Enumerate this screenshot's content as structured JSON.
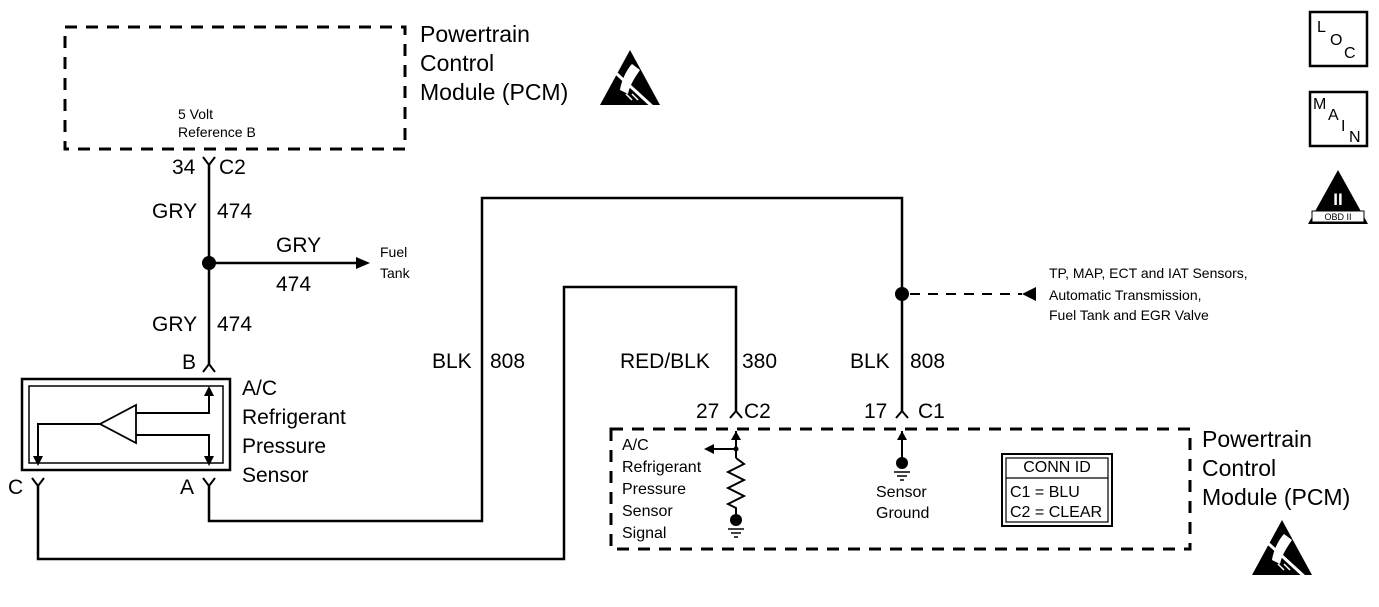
{
  "pcm_top": {
    "title_lines": [
      "Powertrain",
      "Control",
      "Module (PCM)"
    ],
    "ref_lines": [
      "5 Volt",
      "Reference B"
    ],
    "pin": "34",
    "connector": "C2"
  },
  "wires": {
    "upper_color": "GRY",
    "upper_circuit": "474",
    "branch_color": "GRY",
    "branch_circuit": "474",
    "branch_dest_lines": [
      "Fuel",
      "Tank"
    ],
    "lower_color": "GRY",
    "lower_circuit": "474",
    "blk_left_color": "BLK",
    "blk_left_circuit": "808",
    "signal_color": "RED/BLK",
    "signal_circuit": "380",
    "blk_right_color": "BLK",
    "blk_right_circuit": "808"
  },
  "sensor": {
    "name_lines": [
      "A/C",
      "Refrigerant",
      "Pressure",
      "Sensor"
    ],
    "pin_b": "B",
    "pin_a": "A",
    "pin_c": "C"
  },
  "ground_note_lines": [
    "TP, MAP, ECT and IAT Sensors,",
    "Automatic Transmission,",
    "Fuel Tank and EGR Valve"
  ],
  "pcm_bottom": {
    "title_lines": [
      "Powertrain",
      "Control",
      "Module (PCM)"
    ],
    "signal_pin": "27",
    "signal_connector": "C2",
    "ground_pin": "17",
    "ground_connector": "C1",
    "signal_label_lines": [
      "A/C",
      "Refrigerant",
      "Pressure",
      "Sensor",
      "Signal"
    ],
    "ground_label_lines": [
      "Sensor",
      "Ground"
    ],
    "conn_id": {
      "title": "CONN ID",
      "rows": [
        "C1 = BLU",
        "C2 = CLEAR"
      ]
    }
  },
  "side_icons": {
    "loc": [
      "L",
      "O",
      "C"
    ],
    "main": [
      "M",
      "A",
      "I",
      "N"
    ],
    "obd_symbol": "II",
    "obd_text": "OBD II"
  },
  "icon_names": [
    "esd-warning-icon",
    "loc-icon",
    "main-icon",
    "obd-ii-icon",
    "ground-icon"
  ]
}
